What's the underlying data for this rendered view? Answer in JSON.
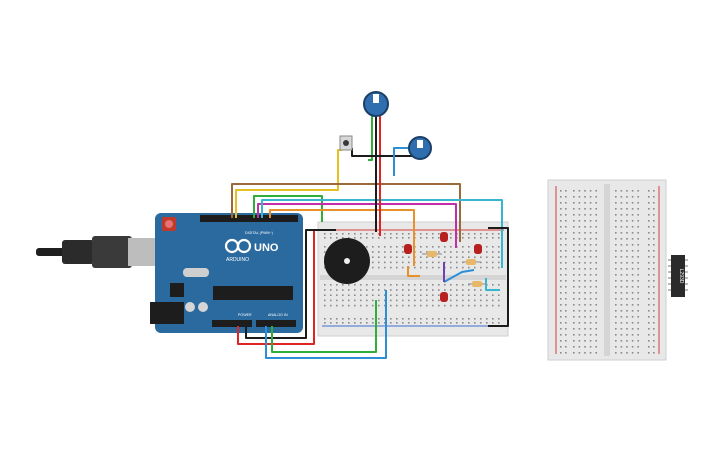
{
  "arduino": {
    "model_label": "UNO",
    "brand_label": "ARDUINO",
    "digital_header_label": "DIGITAL (PWM~)",
    "power_header_label": "POWER",
    "analog_header_label": "ANALOG IN",
    "board_color": "#2a6a9e"
  },
  "ic_chip": {
    "label": "L293D"
  },
  "colors": {
    "breadboard": "#e8e8e8",
    "breadboard_rail_red": "#d33b3b",
    "breadboard_rail_blue": "#3b6fd3",
    "wire_red": "#e02424",
    "wire_black": "#1b1b1b",
    "wire_green": "#2fae3a",
    "wire_blue": "#2b8fd6",
    "wire_cyan": "#38b6d0",
    "wire_orange": "#e8902a",
    "wire_magenta": "#c02fa8",
    "wire_brown": "#9a6a3a",
    "wire_yellow": "#e5c020",
    "wire_purple": "#7040b0",
    "led": "#b81f1f",
    "knob": "#2f6fb0"
  },
  "components": {
    "potentiometers": [
      "potentiometer",
      "potentiometer"
    ],
    "pushbutton": "pushbutton",
    "buzzer": "piezo-buzzer",
    "leds": [
      "led",
      "led",
      "led",
      "led"
    ],
    "resistors": [
      "resistor",
      "resistor",
      "resistor"
    ]
  }
}
